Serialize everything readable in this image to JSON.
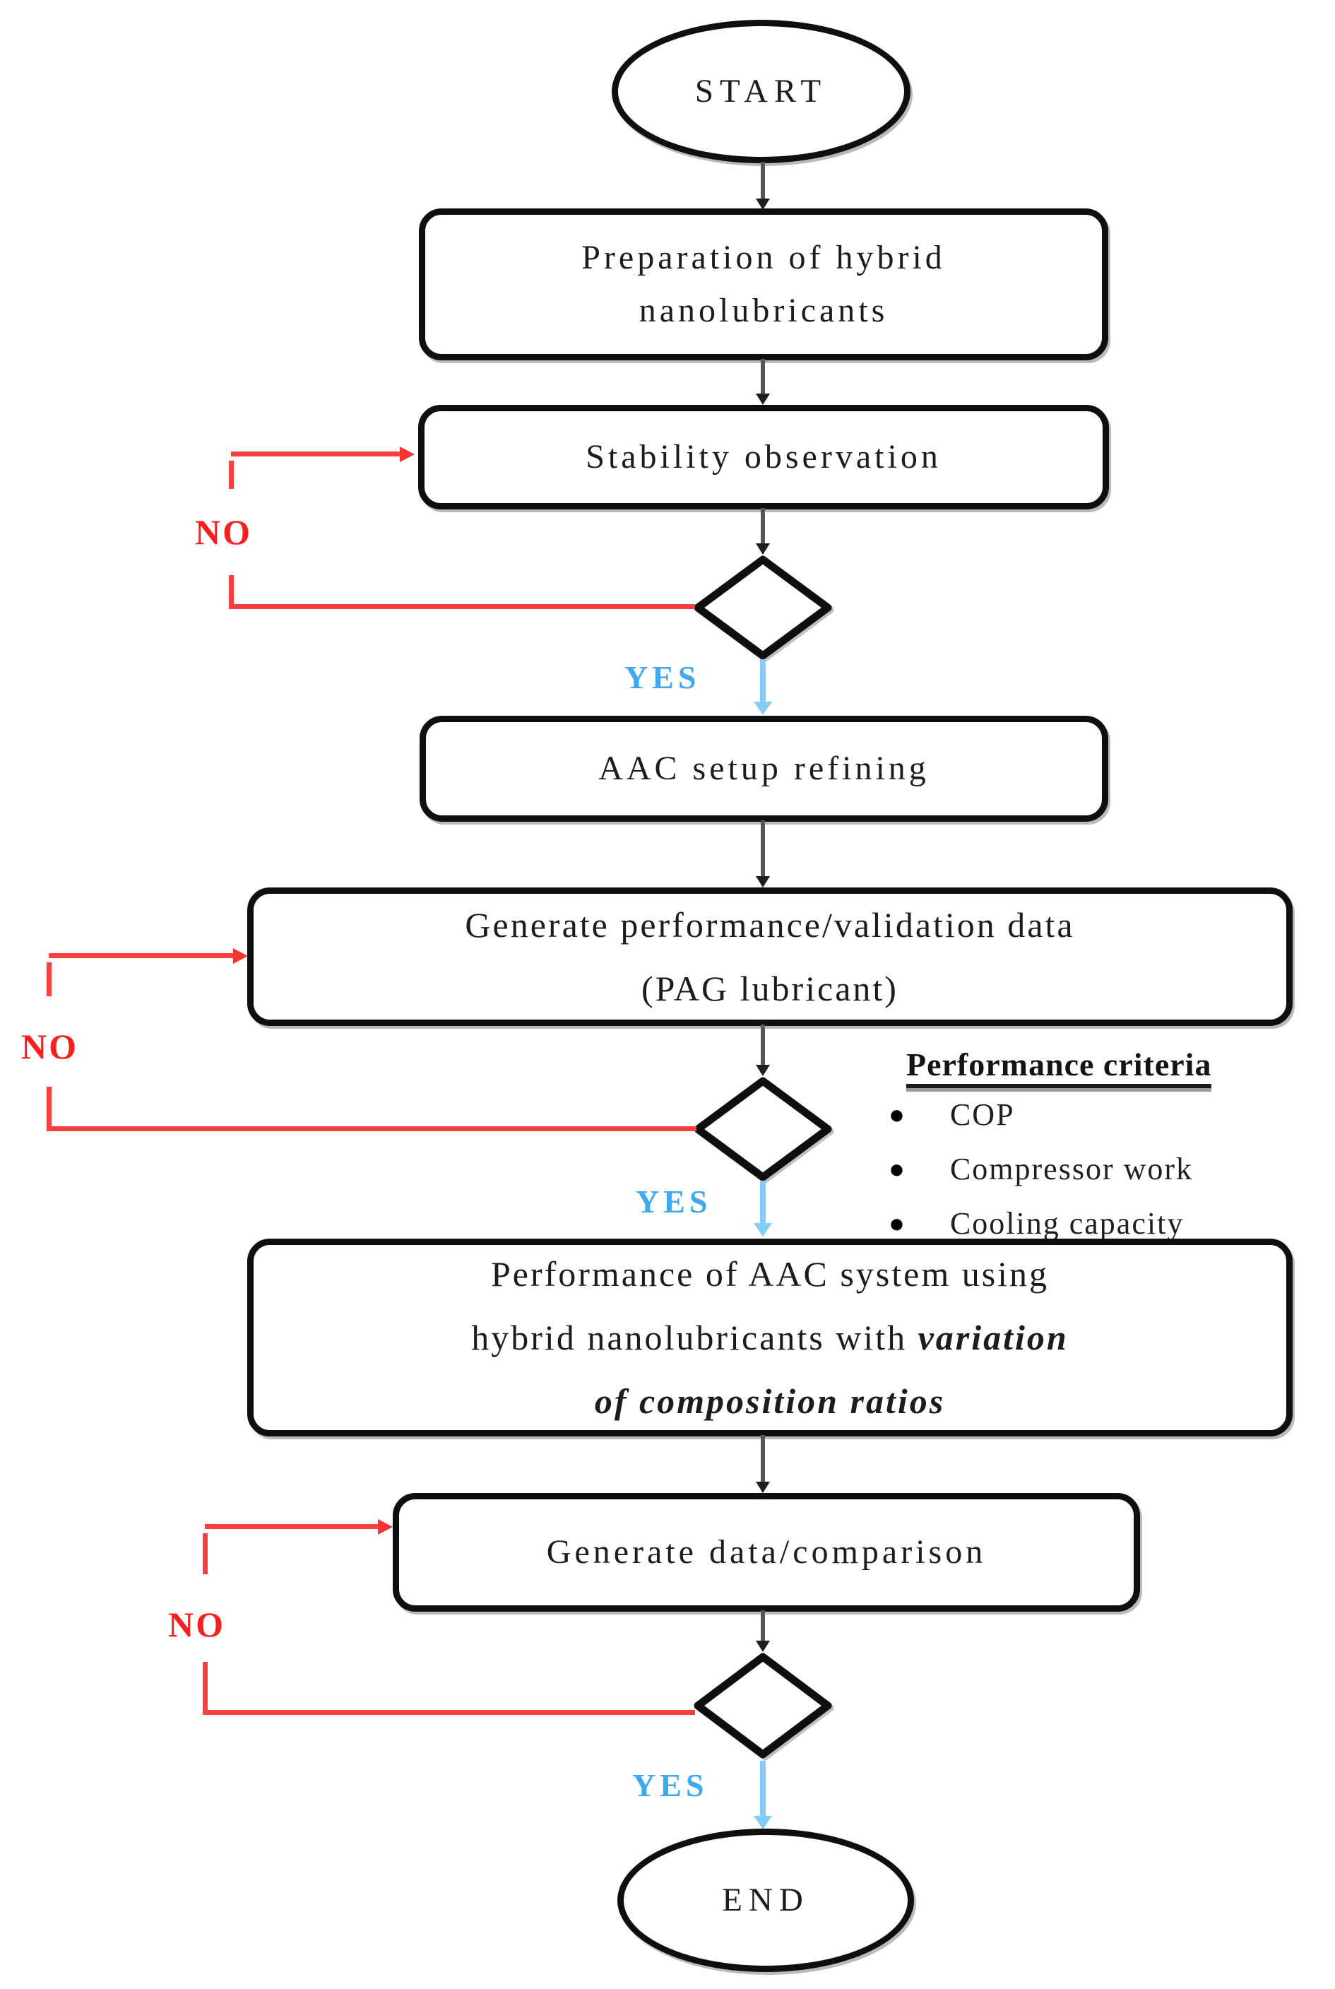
{
  "nodes": {
    "start": "START",
    "preparation": "Preparation of hybrid nanolubricants",
    "stability": "Stability observation",
    "aac_setup": "AAC setup refining",
    "generate_pag_line1": "Generate performance/validation data",
    "generate_pag_line2": "(PAG lubricant)",
    "performance_line1": "Performance of AAC system using",
    "performance_line2_normal": "hybrid nanolubricants with ",
    "performance_line2_emphasis": "variation",
    "performance_line3_emphasis": "of composition ratios",
    "generate_comparison": "Generate data/comparison",
    "end": "END"
  },
  "branch_labels": {
    "no1": "NO",
    "no2": "NO",
    "no3": "NO",
    "yes1": "YES",
    "yes2": "YES",
    "yes3": "YES"
  },
  "criteria": {
    "title": "Performance criteria",
    "bullet": "●",
    "items": [
      "COP",
      "Compressor work",
      "Cooling capacity"
    ]
  },
  "colors": {
    "shape_border": "#0f0f0f",
    "connector_gray": "#575757",
    "no_red_line": "#f94040",
    "no_red_text": "#f81f1f",
    "yes_blue_text": "#3fa9ee",
    "yes_blue_arrow": "#85ccf8"
  }
}
